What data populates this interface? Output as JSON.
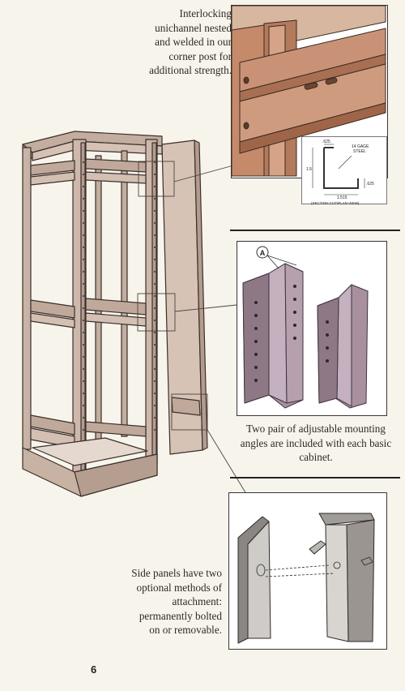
{
  "captions": {
    "corner_post": "Interlocking unichannel nested and welded in our corner post for additional strength.",
    "mounting_angles": "Two pair of adjustable mounting angles are included with each basic cabinet.",
    "side_panels": "Side panels have two optional methods of attachment: permanently bolted on or removable."
  },
  "section_drawing": {
    "dim_width": ".625",
    "dim_height": "1.5",
    "dim_depth": ".625",
    "dim_bottom": "1.515",
    "gage_line1": "14 GAGE",
    "gage_line2": "STEEL",
    "caption": "(SECTION CUT/PLAN VIEW)"
  },
  "callout_letter": "A",
  "page_number": "6",
  "colors": {
    "rack_fill": "#cdb8ab",
    "rack_stroke": "#3b302b",
    "post_copper": "#c48a6a",
    "post_purple": "#a8909e",
    "background": "#f7f4ec"
  }
}
